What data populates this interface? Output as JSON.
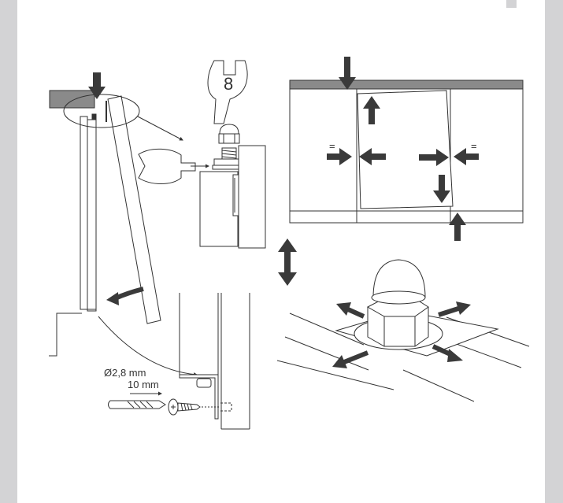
{
  "labels": {
    "drill_diameter": "Ø2,8 mm",
    "drill_depth": "10 mm",
    "wrench_size": "8",
    "equal_mark": "="
  },
  "colors": {
    "background": "#d3d3d5",
    "page": "#ffffff",
    "line": "#333333",
    "arrow": "#3a3a3a",
    "worktop": "#888888"
  },
  "icons": [
    "down-arrow-icon",
    "up-arrow-icon",
    "left-arrow-icon",
    "right-arrow-icon",
    "double-arrow-icon",
    "wrench-icon",
    "cap-nut-icon",
    "screw-icon",
    "drill-bit-icon"
  ]
}
